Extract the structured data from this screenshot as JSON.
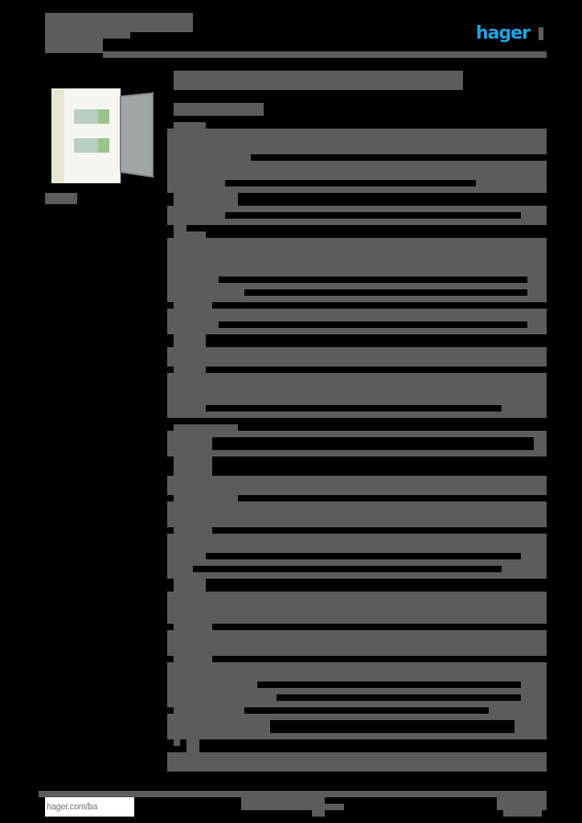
{
  "header": {
    "brand_logo_text": "hager",
    "brand_color": "#1fa3e0",
    "text_block_color": "#5b5c5b",
    "background_color": "#000000"
  },
  "product_image": {
    "icon": "distribution-board-icon",
    "description": "white flush-mounted enclosure with two DIN rail rows and open transparent grey door"
  },
  "footer": {
    "url": "hager.com/ba"
  }
}
